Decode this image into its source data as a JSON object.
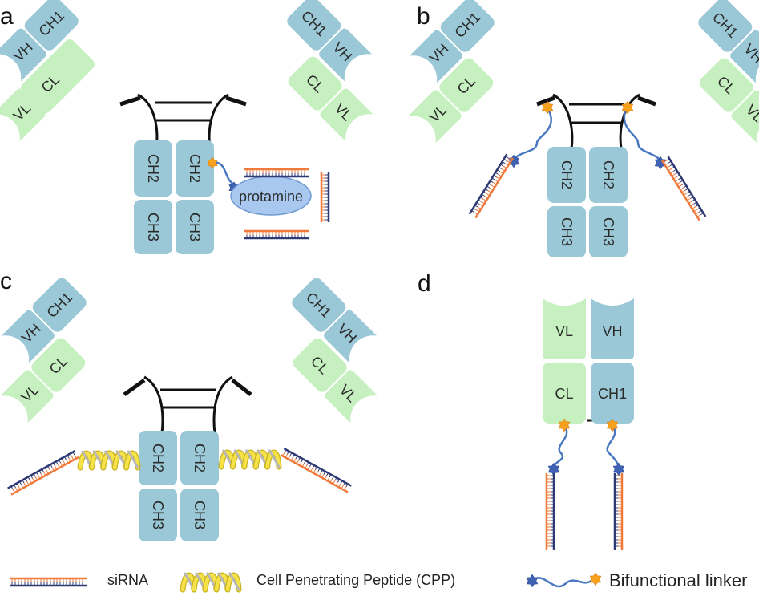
{
  "colors": {
    "heavy": "#9ac8d6",
    "light": "#c6f0bf",
    "sirna_sense": "#f07a3c",
    "sirna_antisense": "#2e3a74",
    "cpp": "#f6e34a",
    "linker": "#4a78c0",
    "star_end": "#f6a21c",
    "star_start": "#3f62b3",
    "protamine": "#a9c8ef",
    "hinge": "#111111"
  },
  "panels": {
    "a": {
      "letter": "a",
      "arm_left": {
        "vh": "VH",
        "vl": "VL",
        "ch1": "CH1",
        "cl": "CL"
      },
      "arm_right": {
        "vh": "VH",
        "vl": "VL",
        "ch1": "CH1",
        "cl": "CL"
      },
      "fc": {
        "ch2_left": "CH2",
        "ch2_right": "CH2",
        "ch3_left": "CH3",
        "ch3_right": "CH3"
      },
      "protamine": "protamine"
    },
    "b": {
      "letter": "b",
      "arm_left": {
        "vh": "VH",
        "vl": "VL",
        "ch1": "CH1",
        "cl": "CL"
      },
      "arm_right": {
        "vh": "VH",
        "vl": "VL",
        "ch1": "CH1",
        "cl": "CL"
      },
      "fc": {
        "ch2_left": "CH2",
        "ch2_right": "CH2",
        "ch3_left": "CH3",
        "ch3_right": "CH3"
      }
    },
    "c": {
      "letter": "c",
      "arm_left": {
        "vh": "VH",
        "vl": "VL",
        "ch1": "CH1",
        "cl": "CL"
      },
      "arm_right": {
        "vh": "VH",
        "vl": "VL",
        "ch1": "CH1",
        "cl": "CL"
      },
      "fc": {
        "ch2_left": "CH2",
        "ch2_right": "CH2",
        "ch3_left": "CH3",
        "ch3_right": "CH3"
      }
    },
    "d": {
      "letter": "d",
      "fab": {
        "vl": "VL",
        "vh": "VH",
        "cl": "CL",
        "ch1": "CH1"
      }
    }
  },
  "legend": {
    "sirna": "siRNA",
    "cpp": "Cell Penetrating Peptide (CPP)",
    "linker": "Bifunctional linker"
  }
}
